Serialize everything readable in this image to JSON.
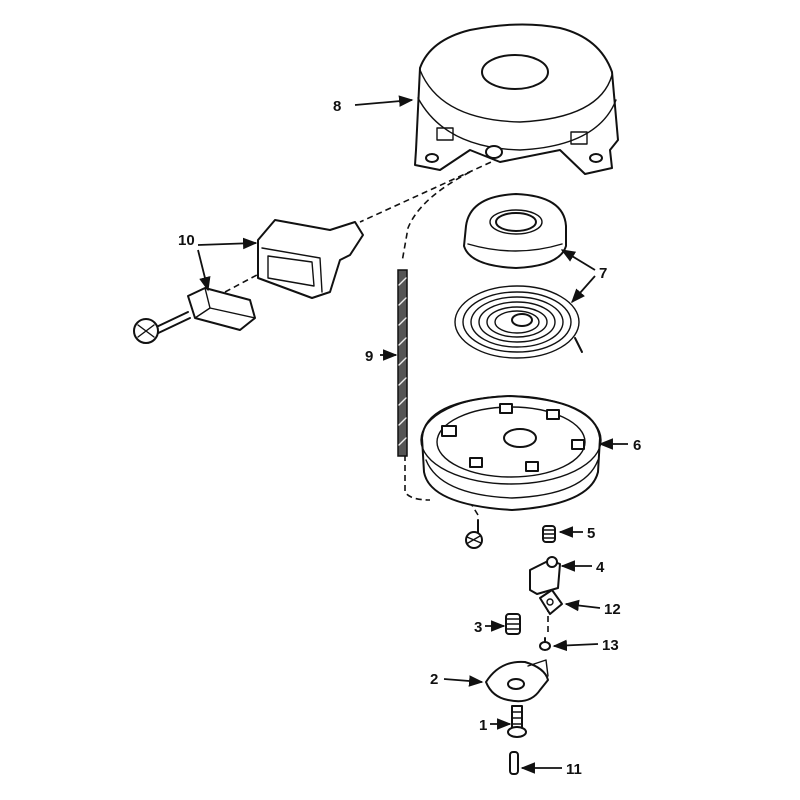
{
  "diagram": {
    "callouts": [
      {
        "id": "8",
        "text": "8"
      },
      {
        "id": "10",
        "text": "10"
      },
      {
        "id": "7",
        "text": "7"
      },
      {
        "id": "9",
        "text": "9"
      },
      {
        "id": "6",
        "text": "6"
      },
      {
        "id": "5",
        "text": "5"
      },
      {
        "id": "4",
        "text": "4"
      },
      {
        "id": "12",
        "text": "12"
      },
      {
        "id": "3",
        "text": "3"
      },
      {
        "id": "13",
        "text": "13"
      },
      {
        "id": "2",
        "text": "2"
      },
      {
        "id": "1",
        "text": "1"
      },
      {
        "id": "11",
        "text": "11"
      }
    ]
  }
}
